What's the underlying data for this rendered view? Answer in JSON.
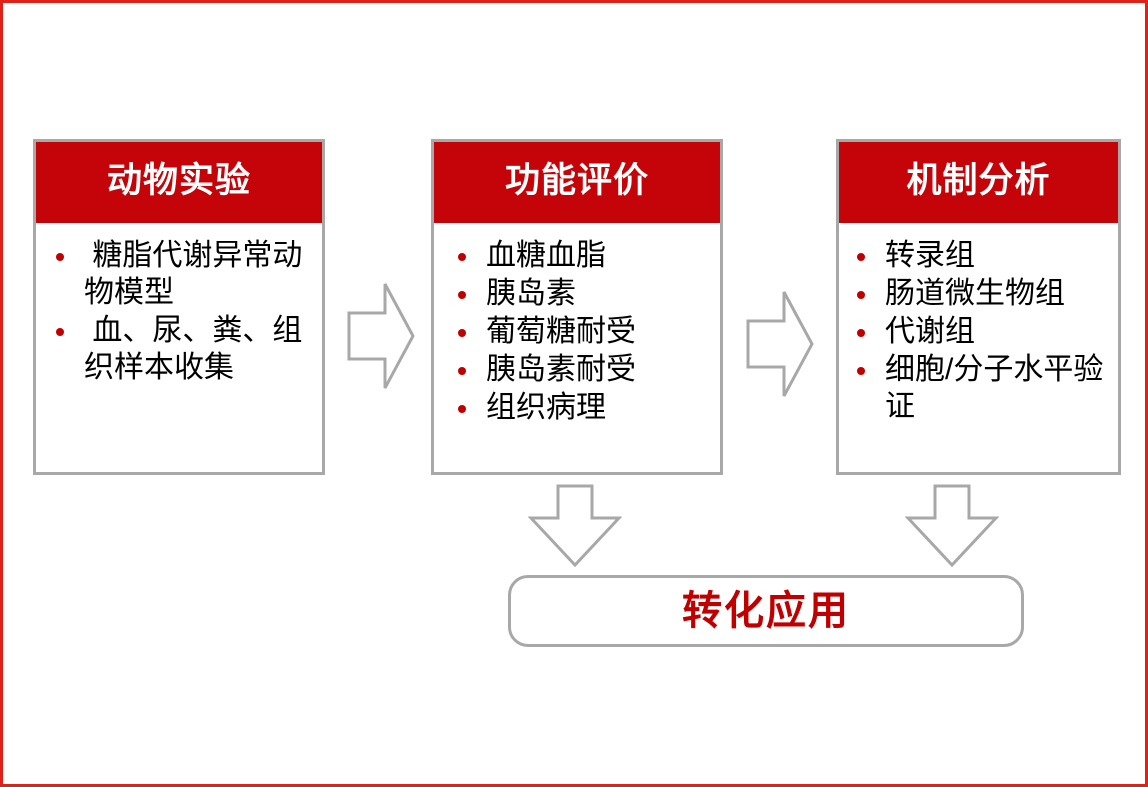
{
  "diagram": {
    "type": "flowchart",
    "frame_color": "#e02118",
    "accent_color": "#c40408",
    "outline_color": "#a8a8a8",
    "bullet_color": "#c00000",
    "stages": [
      {
        "id": "animal-experiment",
        "title": "动物实验",
        "items": [
          " 糖脂代谢异常动物模型",
          " 血、尿、粪、组织样本收集"
        ]
      },
      {
        "id": "function-evaluation",
        "title": "功能评价",
        "items": [
          "血糖血脂",
          "胰岛素",
          "葡萄糖耐受",
          "胰岛素耐受",
          "组织病理"
        ]
      },
      {
        "id": "mechanism-analysis",
        "title": "机制分析",
        "items": [
          "转录组",
          "肠道微生物组",
          "代谢组",
          "细胞/分子水平验证"
        ]
      }
    ],
    "connectors": [
      {
        "id": "animal-to-function",
        "icon": "arrow-right-icon"
      },
      {
        "id": "function-to-mechanism",
        "icon": "arrow-right-icon"
      },
      {
        "id": "function-to-outcome",
        "icon": "arrow-down-icon"
      },
      {
        "id": "mechanism-to-outcome",
        "icon": "arrow-down-icon"
      }
    ],
    "outcome": {
      "id": "translational-application",
      "label": "转化应用",
      "color": "#c00000"
    }
  }
}
